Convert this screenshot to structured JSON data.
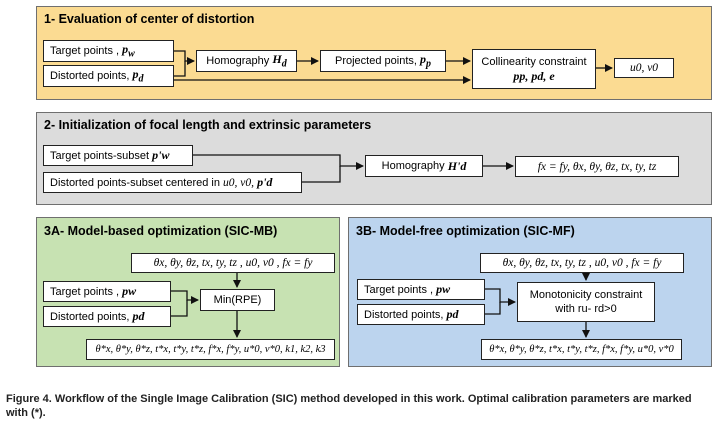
{
  "colors": {
    "panel1": "#fbdb92",
    "panel2": "#dcdcdc",
    "panel3a": "#c7e2b2",
    "panel3b": "#bcd4ee"
  },
  "panel1": {
    "title": "1- Evaluation of center of distortion",
    "target_label": "Target points , ",
    "target_sym": "p",
    "target_sub": "w",
    "distorted_label": "Distorted points, ",
    "distorted_sym": "p",
    "distorted_sub": "d",
    "homography_label": "Homography ",
    "homography_sym": "H",
    "homography_sub": "d",
    "projected_label": "Projected points, ",
    "projected_sym": "p",
    "projected_sub": "p",
    "collinearity_line1": "Collinearity constraint",
    "collinearity_line2": "pp, pd, e",
    "output": "u0, v0"
  },
  "panel2": {
    "title": "2- Initialization of focal length and extrinsic parameters",
    "target_label": "Target points-subset ",
    "target_sym": "p'w",
    "distorted_label": "Distorted points-subset centered in ",
    "distorted_center": "u0, v0,",
    "distorted_sym": "p'd",
    "homography_label": "Homography ",
    "homography_sym": "H'd",
    "output": "fx = fy, θx, θy, θz, tx, ty, tz"
  },
  "panel3a": {
    "title": "3A- Model-based optimization  (SIC-MB)",
    "params": "θx, θy, θz, tx, ty, tz , u0, v0 , fx = fy",
    "target_label": "Target points , ",
    "target_sym": "pw",
    "distorted_label": "Distorted points, ",
    "distorted_sym": "pd",
    "min_label": "Min(RPE)",
    "output": "θ*x, θ*y, θ*z, t*x, t*y, t*z, f*x, f*y, u*0, v*0, k1, k2, k3"
  },
  "panel3b": {
    "title": "3B- Model-free optimization  (SIC-MF)",
    "params": "θx, θy, θz, tx, ty, tz , u0, v0 , fx = fy",
    "target_label": "Target points , ",
    "target_sym": "pw",
    "distorted_label": "Distorted points, ",
    "distorted_sym": "pd",
    "mono_line1": "Monotonicity constraint",
    "mono_line2": "with ru- rd>0",
    "output": "θ*x, θ*y, θ*z, t*x, t*y, t*z, f*x, f*y, u*0, v*0"
  },
  "caption": "Figure 4. Workflow of the Single Image Calibration (SIC) method developed in this work. Optimal calibration parameters are marked with (*)."
}
